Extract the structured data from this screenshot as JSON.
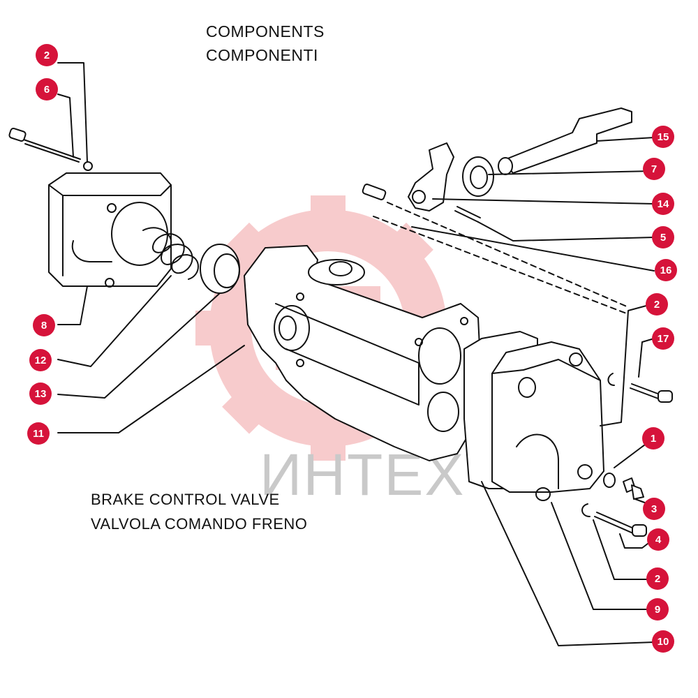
{
  "title": {
    "line1": "COMPONENTS",
    "line2": "COMPONENTI"
  },
  "subtitle": {
    "line1": "BRAKE CONTROL VALVE",
    "line2": "VALVOLA COMANDO FRENO"
  },
  "watermark": {
    "text": "ИНТЕХ",
    "color": "#f2a7a9"
  },
  "colors": {
    "callout": "#d6133a",
    "line": "#111111"
  },
  "callouts": [
    {
      "id": "c-2-a",
      "label": "2"
    },
    {
      "id": "c-6",
      "label": "6"
    },
    {
      "id": "c-8",
      "label": "8"
    },
    {
      "id": "c-12",
      "label": "12"
    },
    {
      "id": "c-13",
      "label": "13"
    },
    {
      "id": "c-11",
      "label": "11"
    },
    {
      "id": "c-15",
      "label": "15"
    },
    {
      "id": "c-7",
      "label": "7"
    },
    {
      "id": "c-14",
      "label": "14"
    },
    {
      "id": "c-5",
      "label": "5"
    },
    {
      "id": "c-16",
      "label": "16"
    },
    {
      "id": "c-2-b",
      "label": "2"
    },
    {
      "id": "c-17",
      "label": "17"
    },
    {
      "id": "c-1",
      "label": "1"
    },
    {
      "id": "c-3",
      "label": "3"
    },
    {
      "id": "c-4",
      "label": "4"
    },
    {
      "id": "c-2-c",
      "label": "2"
    },
    {
      "id": "c-9",
      "label": "9"
    },
    {
      "id": "c-10",
      "label": "10"
    }
  ]
}
